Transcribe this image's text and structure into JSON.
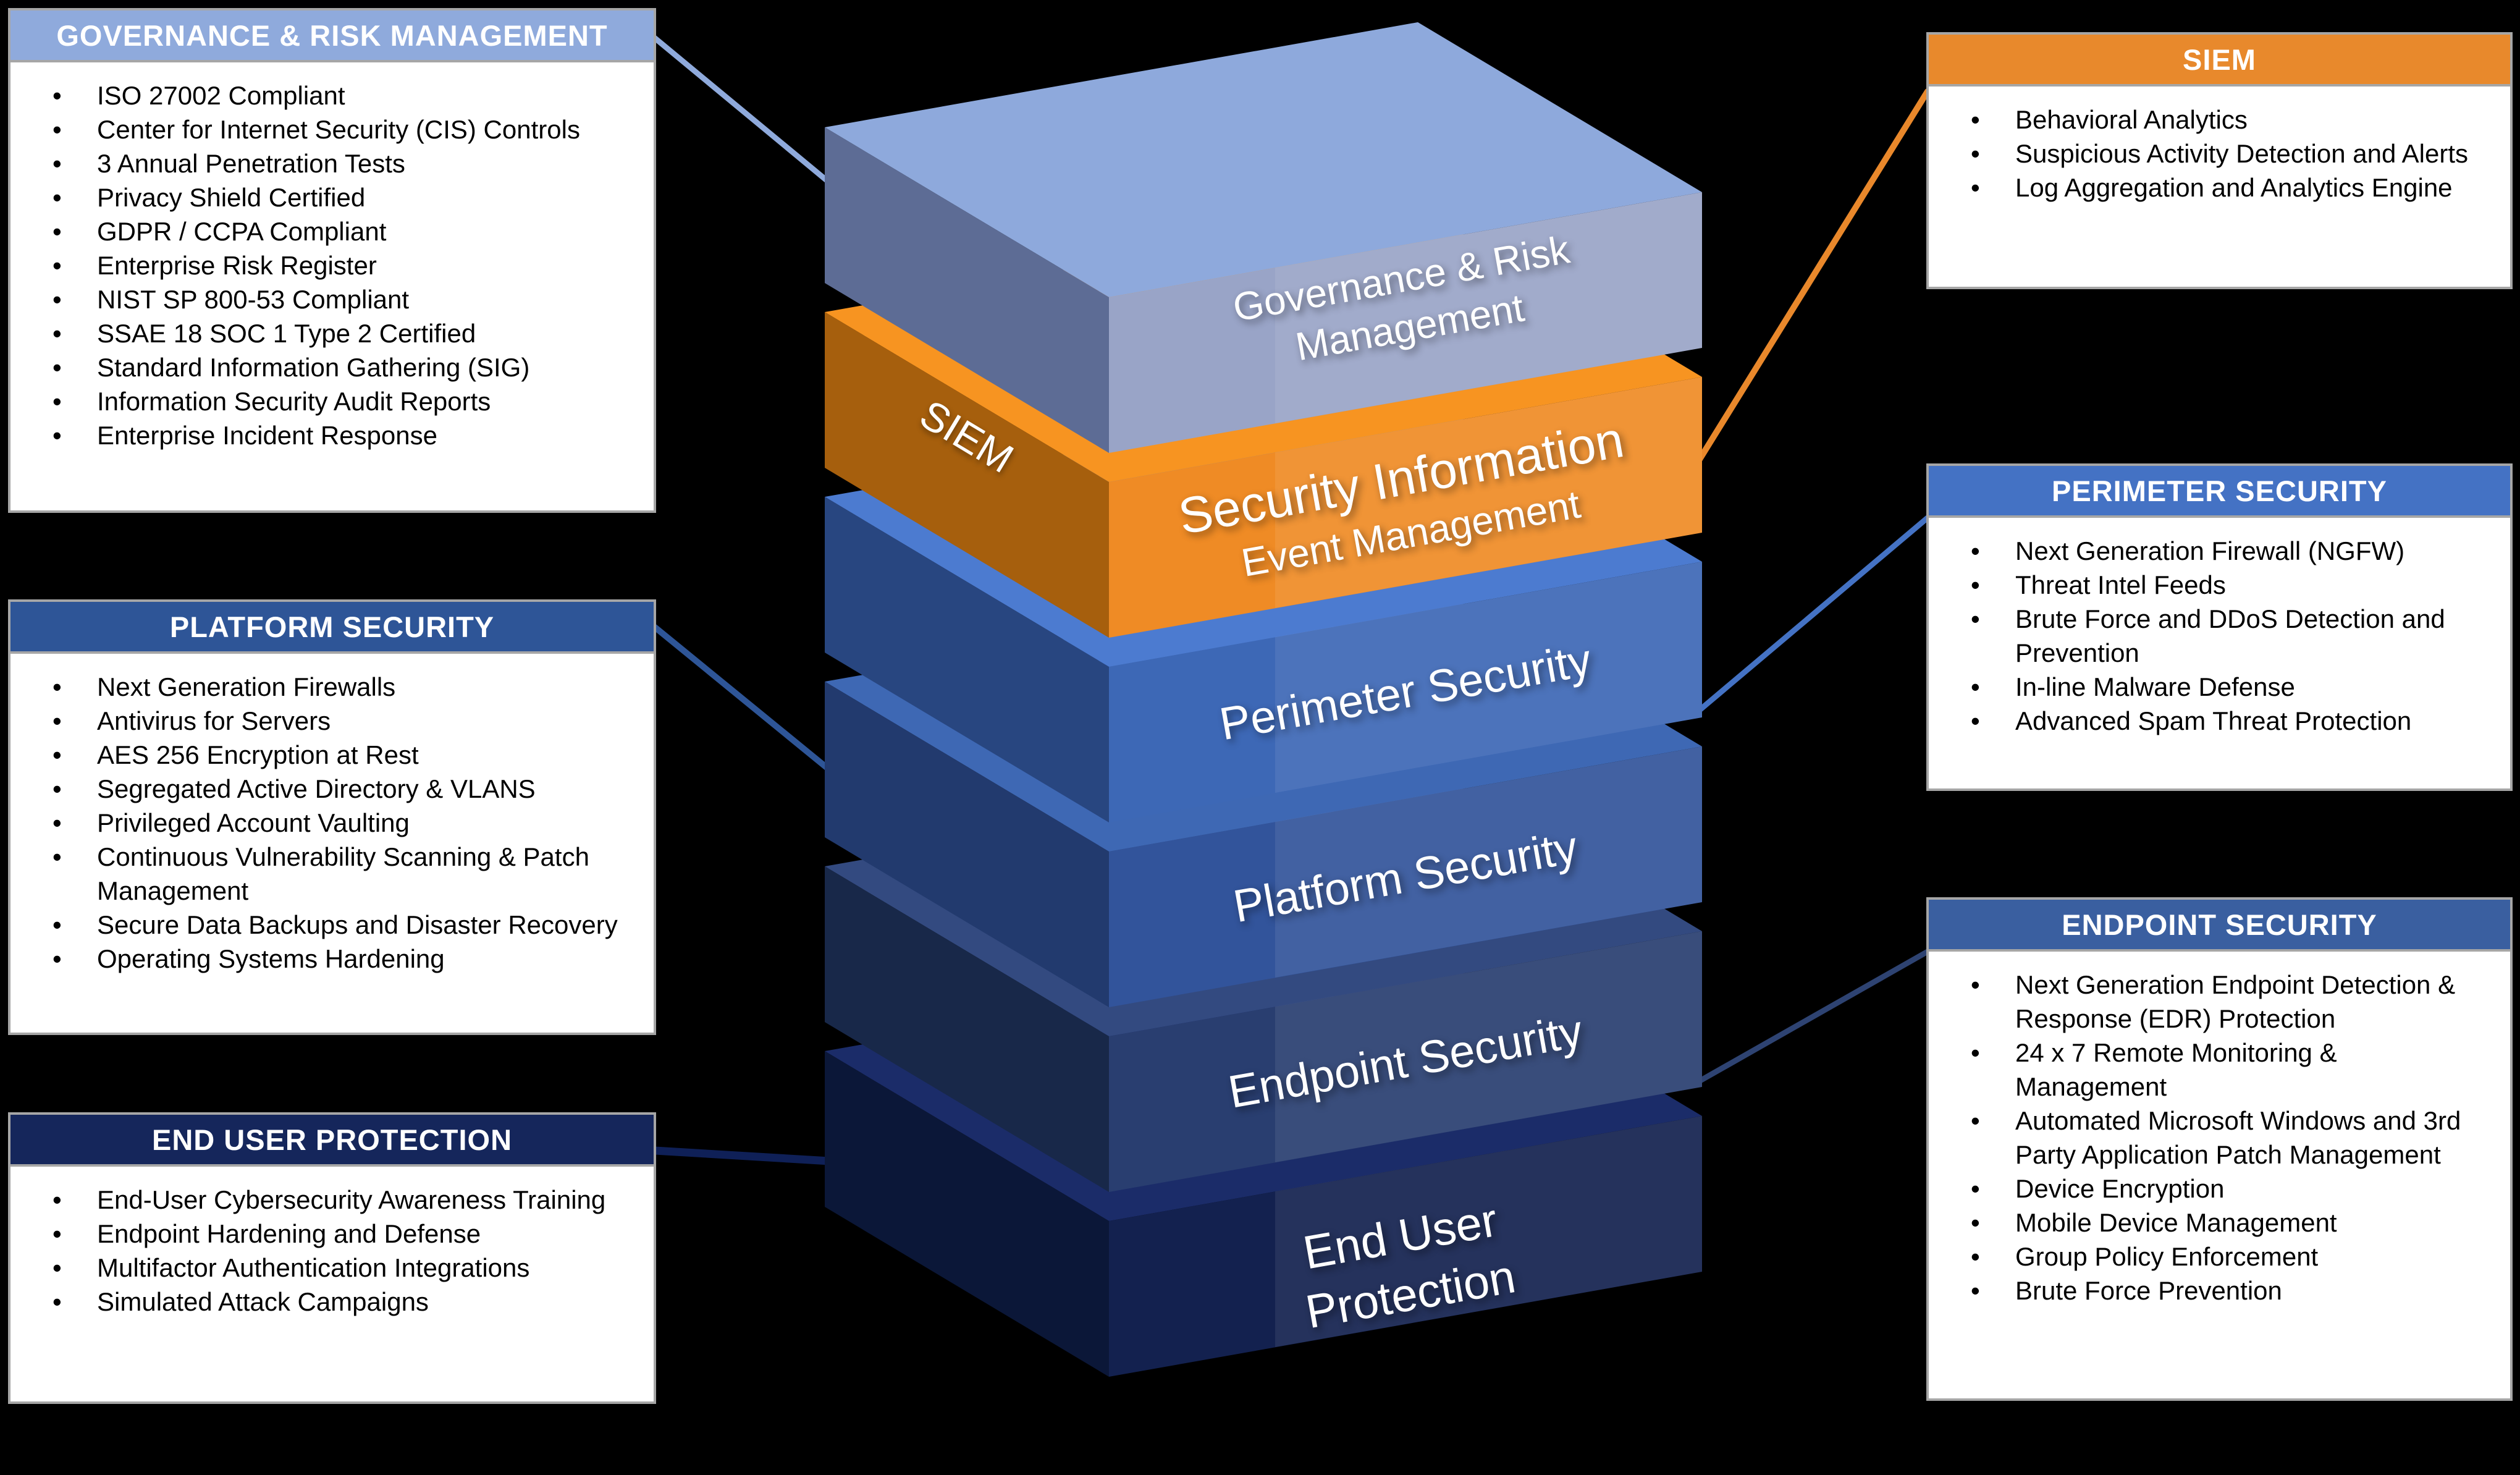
{
  "background": "#000000",
  "callouts": {
    "governance": {
      "title": "GOVERNANCE & RISK MANAGEMENT",
      "header_bg": "#8FAADC",
      "items": [
        "ISO 27002 Compliant",
        "Center for Internet Security (CIS) Controls",
        "3 Annual Penetration Tests",
        "Privacy Shield Certified",
        "GDPR / CCPA Compliant",
        "Enterprise Risk Register",
        "NIST SP 800-53 Compliant",
        "SSAE 18 SOC 1 Type 2 Certified",
        "Standard Information Gathering (SIG)",
        "Information Security Audit Reports",
        "Enterprise Incident Response"
      ]
    },
    "platform": {
      "title": "PLATFORM SECURITY",
      "header_bg": "#2E5597",
      "items": [
        "Next Generation Firewalls",
        "Antivirus for Servers",
        "AES 256 Encryption at Rest",
        "Segregated Active Directory & VLANS",
        "Privileged Account Vaulting",
        "Continuous Vulnerability Scanning & Patch Management",
        "Secure Data Backups and Disaster Recovery",
        "Operating Systems Hardening"
      ]
    },
    "end_user": {
      "title": "END USER PROTECTION",
      "header_bg": "#15265B",
      "items": [
        "End-User Cybersecurity Awareness Training",
        "Endpoint Hardening and Defense",
        "Multifactor Authentication Integrations",
        "Simulated Attack Campaigns"
      ]
    },
    "siem": {
      "title": "SIEM",
      "header_bg": "#E8892C",
      "items": [
        "Behavioral Analytics",
        "Suspicious Activity Detection and Alerts",
        "Log Aggregation and Analytics Engine"
      ]
    },
    "perimeter": {
      "title": "PERIMETER SECURITY",
      "header_bg": "#4472C4",
      "items": [
        "Next Generation Firewall (NGFW)",
        "Threat Intel Feeds",
        "Brute Force and DDoS Detection and Prevention",
        "In-line Malware Defense",
        "Advanced Spam Threat Protection"
      ]
    },
    "endpoint": {
      "title": "ENDPOINT SECURITY",
      "header_bg": "#3A5FA0",
      "items": [
        "Next Generation Endpoint Detection & Response (EDR) Protection",
        "24 x 7 Remote Monitoring & Management",
        "Automated Microsoft Windows and 3rd Party Application Patch Management",
        "Device Encryption",
        "Mobile Device Management",
        "Group Policy Enforcement",
        "Brute Force Prevention"
      ]
    }
  },
  "stack": {
    "layers": {
      "governance": {
        "label_line1": "Governance & Risk",
        "label_line2": "Management",
        "colors": {
          "top": "#8EA9DC",
          "front": "#99A4C7",
          "left": "#5D6C95"
        }
      },
      "siem": {
        "side_label": "SIEM",
        "label_line1": "Security Information",
        "label_line2": "Event Management",
        "colors": {
          "top": "#F79421",
          "front": "#EF8B25",
          "left": "#A65F0D"
        }
      },
      "perimeter": {
        "label": "Perimeter Security",
        "colors": {
          "top": "#4C7BD0",
          "front": "#3D68B6",
          "left": "#284680"
        }
      },
      "platform": {
        "label": "Platform Security",
        "colors": {
          "top": "#3E68B4",
          "front": "#32549B",
          "left": "#223A6E"
        }
      },
      "endpoint": {
        "label": "Endpoint Security",
        "colors": {
          "top": "#334A80",
          "front": "#293E70",
          "left": "#182849"
        }
      },
      "end_user": {
        "label_line1": "End User",
        "label_line2": "Protection",
        "colors": {
          "top": "#1B2C69",
          "front": "#13214F",
          "left": "#0B1738"
        }
      }
    }
  },
  "connectors": {
    "governance": {
      "color": "#8FAADC"
    },
    "siem": {
      "color": "#E9882B"
    },
    "perimeter": {
      "color": "#4472C4"
    },
    "platform": {
      "color": "#2E5597"
    },
    "endpoint": {
      "color": "#2E4372"
    },
    "end_user": {
      "color": "#0F2057"
    }
  }
}
